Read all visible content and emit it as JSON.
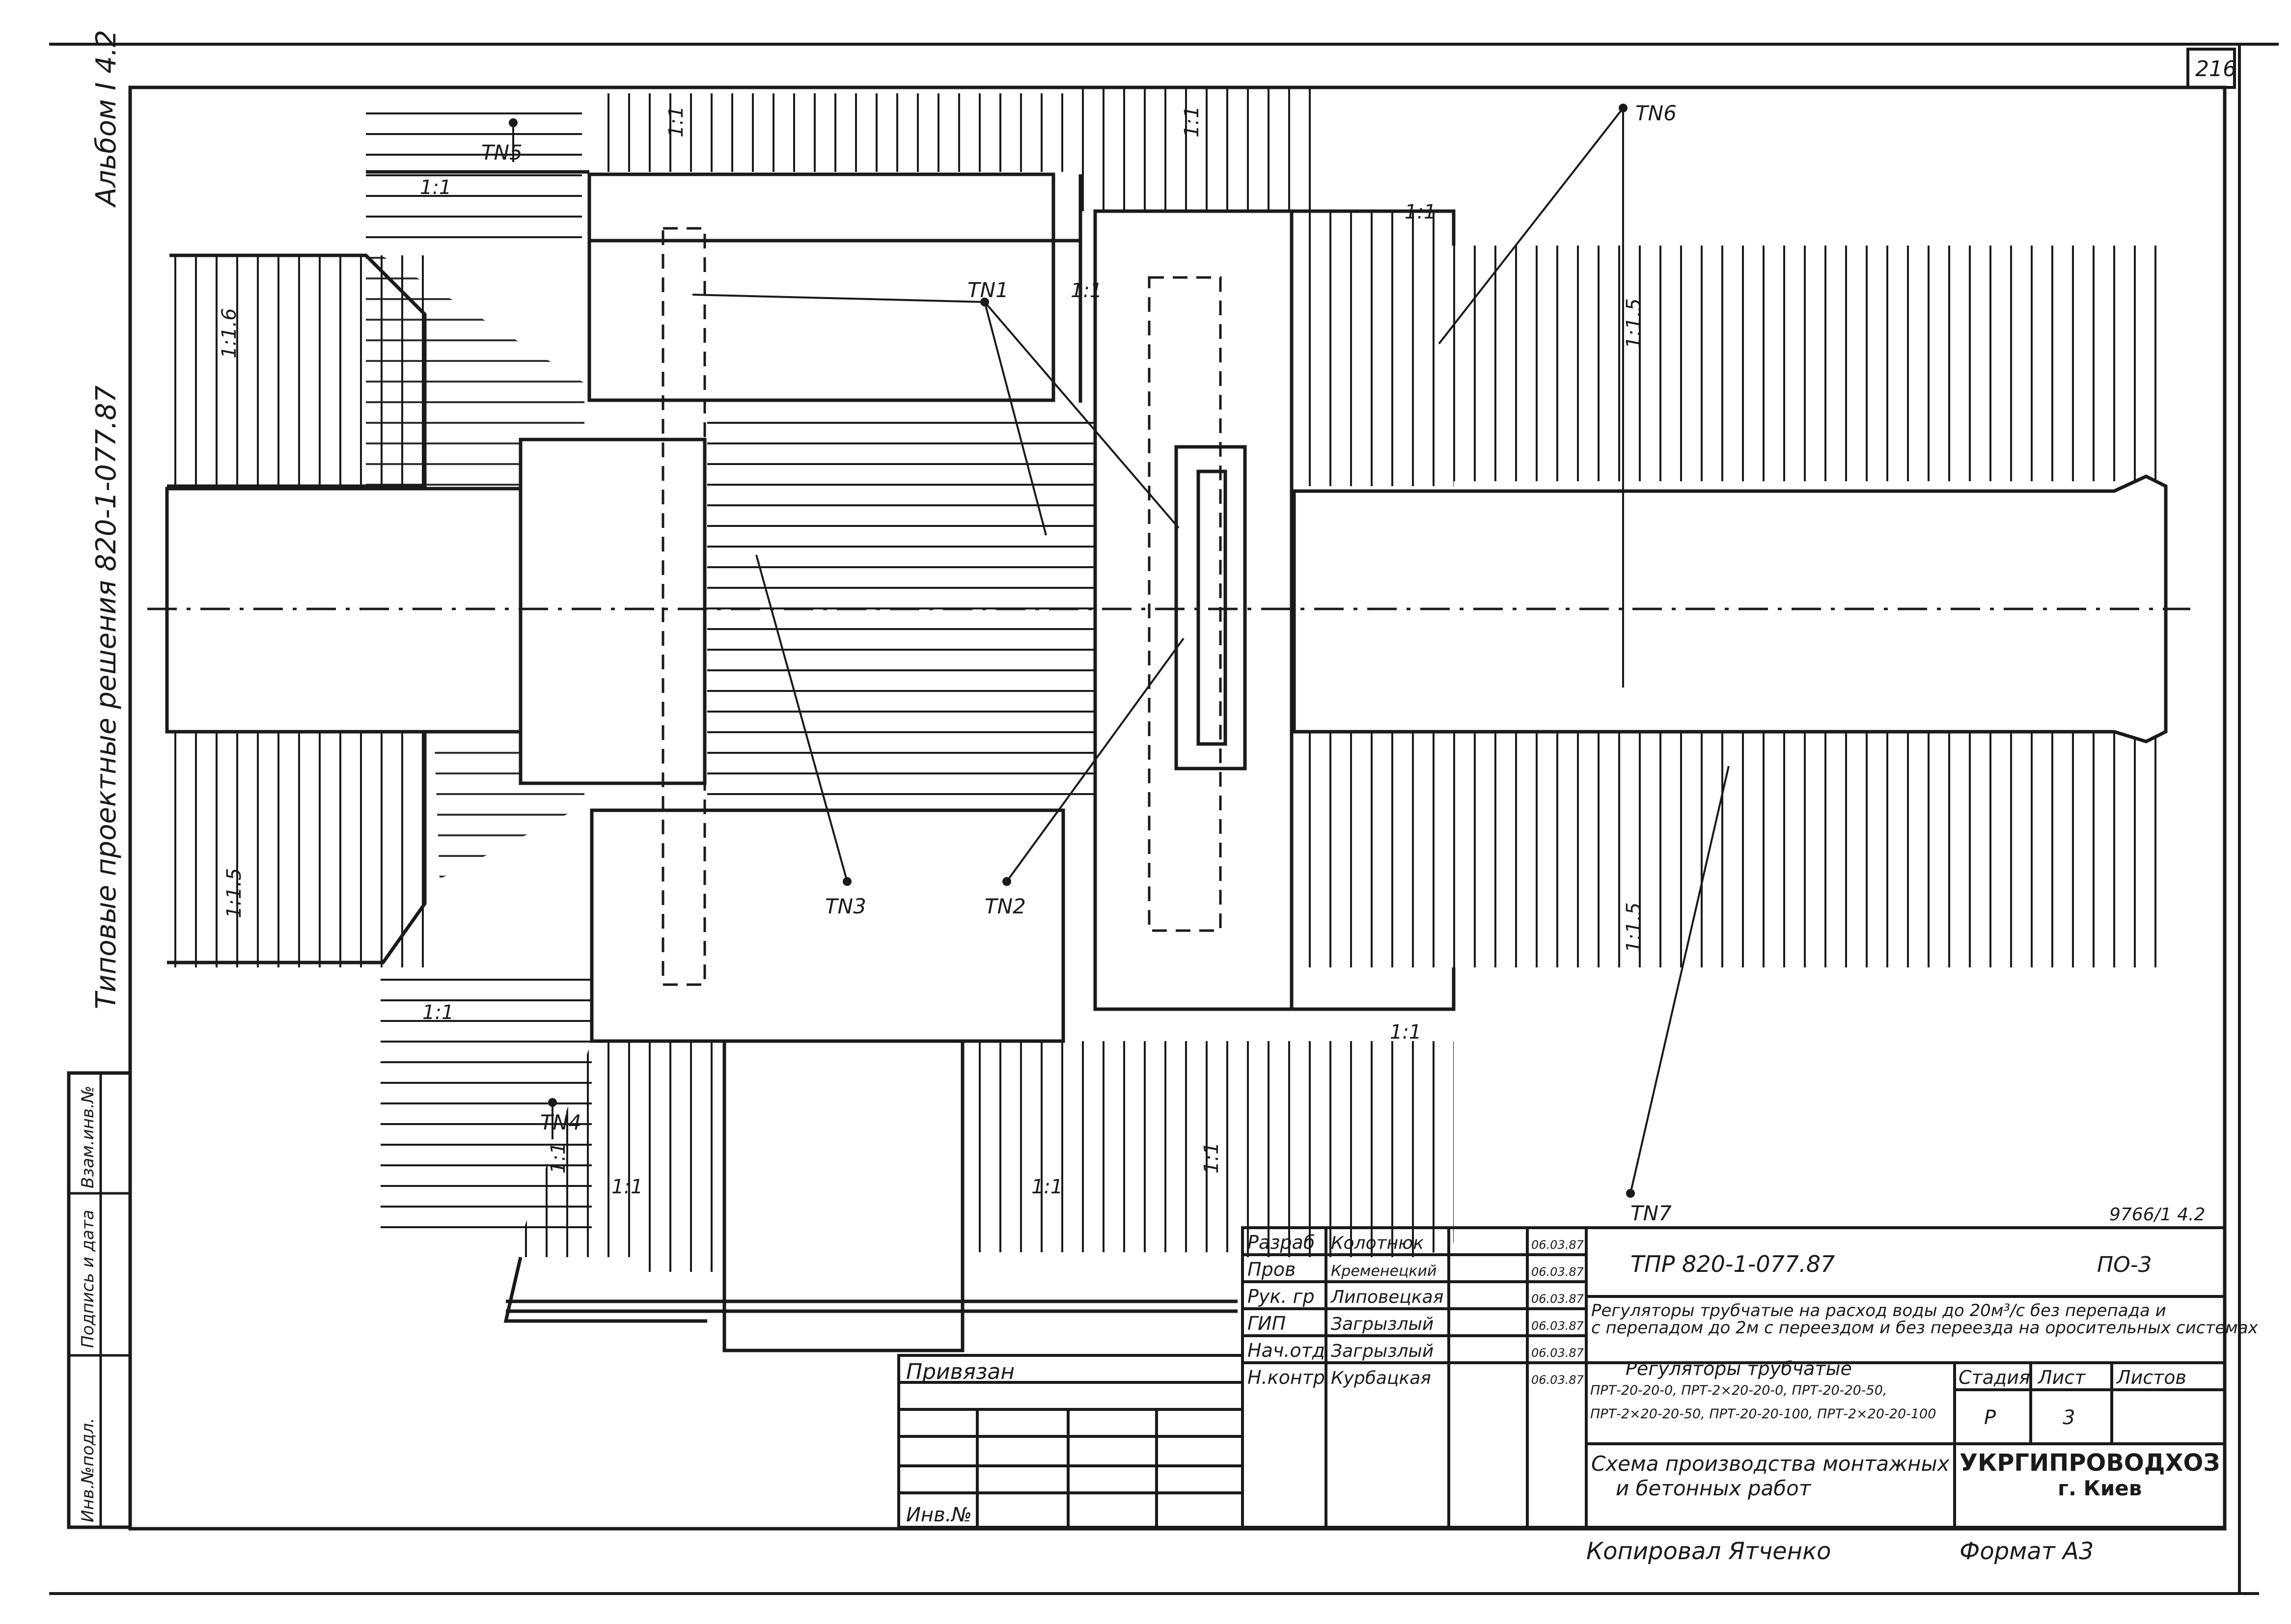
{
  "sheet": {
    "page_number": "216",
    "album": "Альбом I 4.2",
    "series": "Типовые проектные решения  820-1-077.87",
    "stamp": "9766/1 4.2"
  },
  "plan": {
    "points": [
      "ТN1",
      "ТN2",
      "ТN3",
      "ТN4",
      "ТN5",
      "ТN6",
      "ТN7"
    ],
    "slopes": {
      "s1": "1:1",
      "s15": "1:1.5",
      "s16": "1:1.6"
    }
  },
  "side_stamp": {
    "inv_original": "Инв.№подл.",
    "sign_date": "Подпись и дата",
    "replace_inv": "Взам.инв.№"
  },
  "title_block": {
    "binding_label": "Привязан",
    "inv_label": "Инв.№",
    "roles": [
      {
        "role": "Разраб",
        "name": "Колотнюк",
        "date": "06.03.87"
      },
      {
        "role": "Пров",
        "name": "Кременецкий",
        "date": "06.03.87"
      },
      {
        "role": "Рук. гр",
        "name": "Липовецкая",
        "date": "06.03.87"
      },
      {
        "role": "ГИП",
        "name": "Загрызлый",
        "date": "06.03.87"
      },
      {
        "role": "Нач.отд",
        "name": "Загрызлый",
        "date": "06.03.87"
      },
      {
        "role": "Н.контр",
        "name": "Курбацкая",
        "date": "06.03.87"
      }
    ],
    "doc_code": "ТПР  820-1-077.87",
    "sheet_mark": "ПО-3",
    "project_title_1": "Регуляторы трубчатые на расход воды до 20м³/с без перепада и",
    "project_title_2": "с перепадом до 2м с переездом и без переезда на оросительных системах",
    "object_title": "Регуляторы трубчатые",
    "object_types_1": "ПРТ-20-20-0, ПРТ-2×20-20-0, ПРТ-20-20-50,",
    "object_types_2": "ПРТ-2×20-20-50, ПРТ-20-20-100, ПРТ-2×20-20-100",
    "stage_label": "Стадия",
    "sheet_label": "Лист",
    "sheets_label": "Листов",
    "stage": "Р",
    "sheet": "3",
    "sheets": "",
    "drawing_title_1": "Схема производства монтажных",
    "drawing_title_2": "и бетонных работ",
    "org": "УКРГИПРОВОДХОЗ",
    "city": "г. Киев",
    "copied_by": "Копировал  Ятченко",
    "format": "Формат  А3"
  }
}
